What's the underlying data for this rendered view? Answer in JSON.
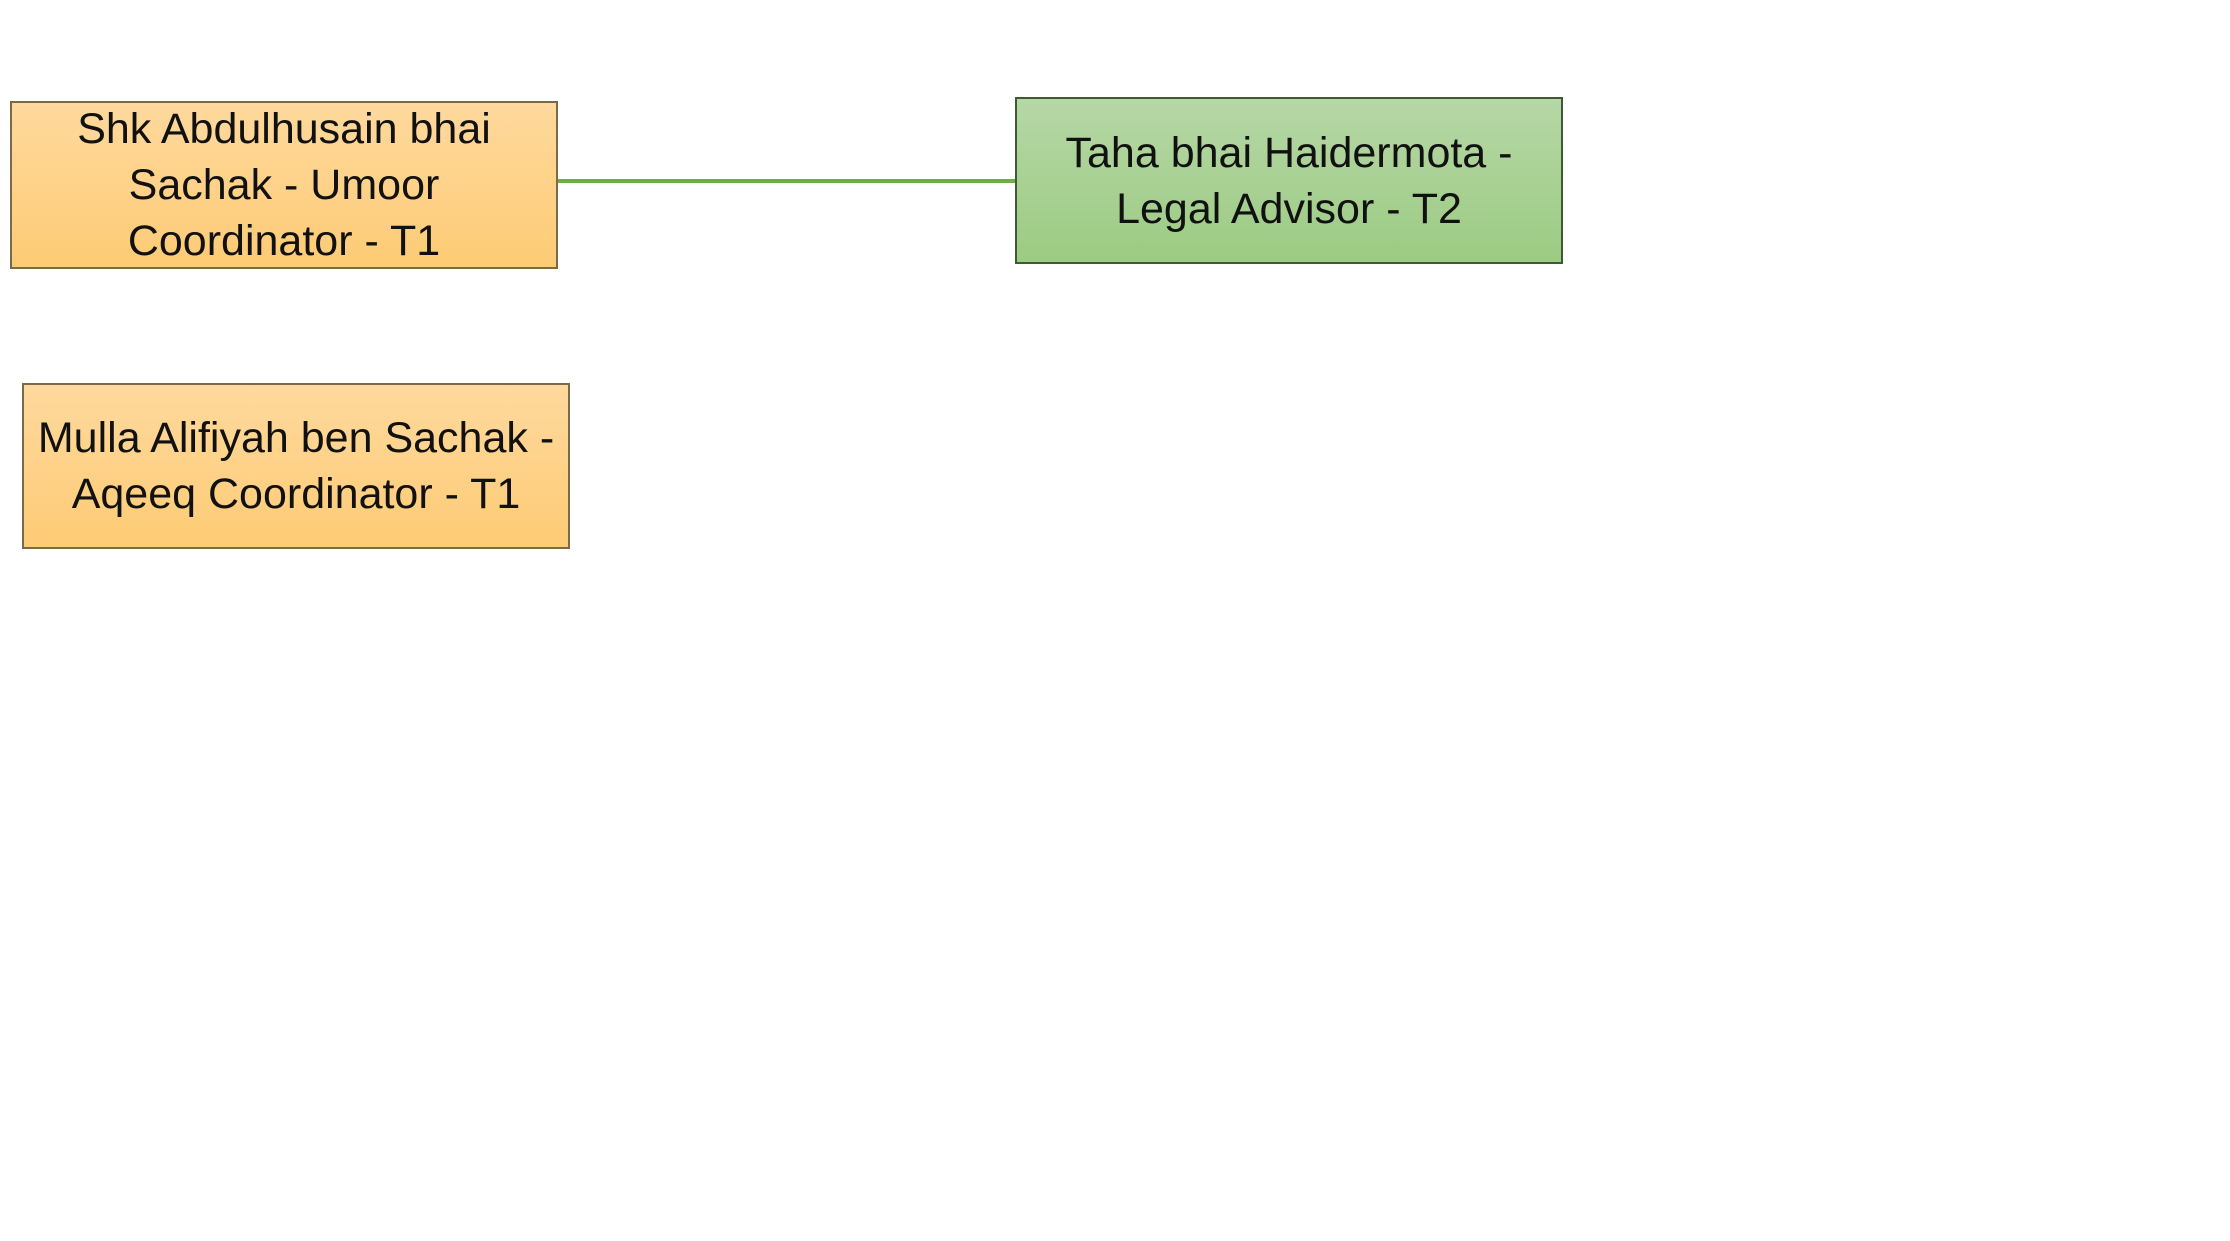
{
  "diagram": {
    "nodes": [
      {
        "id": "umoor",
        "label": "Shk Abdulhusain bhai Sachak - Umoor Coordinator - T1",
        "fill": "#fed99d"
      },
      {
        "id": "legal",
        "label": "Taha bhai Haidermota - Legal Advisor - T2",
        "fill": "#b6d7a6"
      },
      {
        "id": "aqeeq",
        "label": "Mulla Alifiyah ben Sachak - Aqeeq Coordinator - T1",
        "fill": "#fed99d"
      }
    ],
    "edges": [
      {
        "from": "umoor",
        "to": "legal",
        "color": "#70ad47"
      }
    ]
  }
}
